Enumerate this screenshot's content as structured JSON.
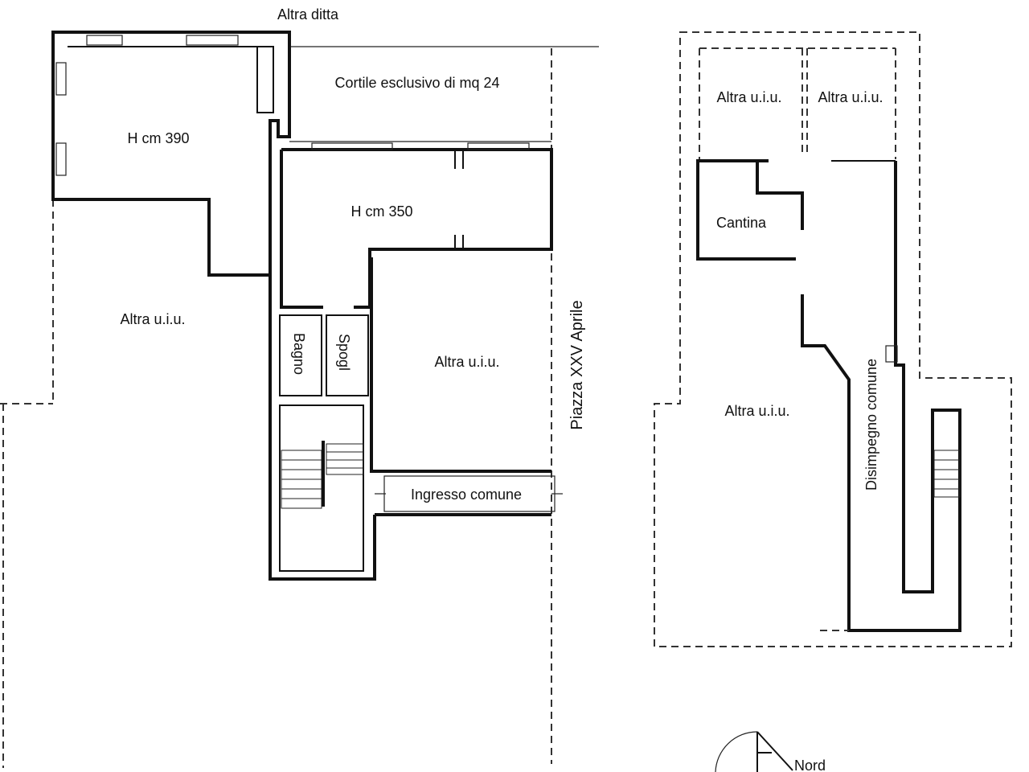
{
  "labels": {
    "altra_ditta": "Altra ditta",
    "cortile": "Cortile esclusivo di mq 24",
    "h390": "H cm 390",
    "h350": "H cm 350",
    "altra_left": "Altra u.i.u.",
    "bagno": "Bagno",
    "spogl": "Spogl",
    "altra_center": "Altra u.i.u.",
    "piazza": "Piazza XXV Aprile",
    "ingresso": "Ingresso comune",
    "altra_top1": "Altra u.i.u.",
    "altra_top2": "Altra u.i.u.",
    "cantina": "Cantina",
    "altra_right": "Altra u.i.u.",
    "disimpegno": "Disimpegno comune",
    "nord": "Nord"
  }
}
